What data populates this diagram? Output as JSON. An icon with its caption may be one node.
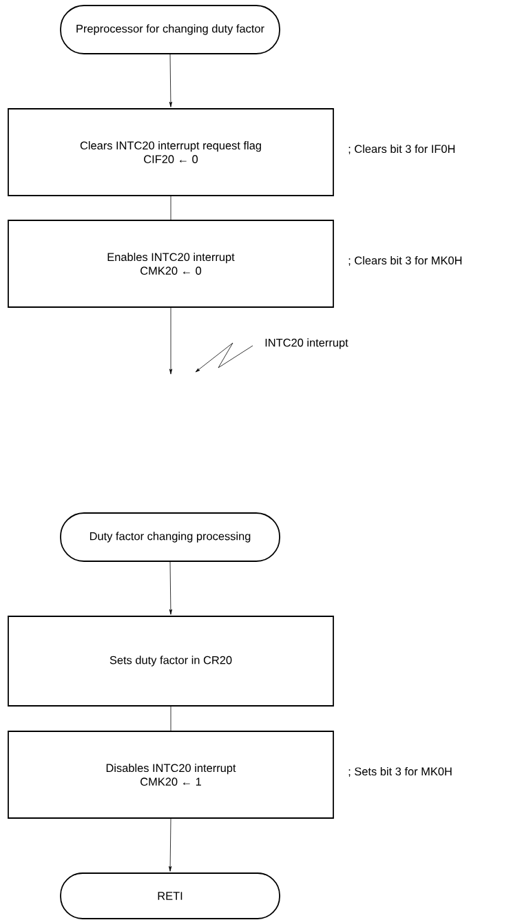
{
  "diagram": {
    "nodes": [
      {
        "text": [
          "Preprocessor for changing duty factor"
        ]
      },
      {
        "text": [
          "Clears INTC20 interrupt request flag",
          "CIF20 ← 0"
        ],
        "beside": [
          "; Clears bit 3 for IF0H"
        ]
      },
      {
        "text": [
          "Enables INTC20 interrupt",
          "CMK20 ← 0"
        ],
        "beside": [
          "; Clears bit 3 for MK0H"
        ]
      },
      {
        "text": [
          "Duty factor changing processing"
        ]
      },
      {
        "text": [
          "Sets duty factor in CR20"
        ]
      },
      {
        "text": [
          "Disables INTC20 interrupt",
          "CMK20 ← 1"
        ],
        "beside": [
          "; Sets bit 3 for MK0H"
        ]
      },
      {
        "text": [
          "RETI"
        ]
      }
    ],
    "edges": [
      {
        "from": 0,
        "to": 1,
        "arrow": "to"
      },
      {
        "from": 1,
        "to": 2,
        "arrow": "none"
      },
      {
        "from": 2,
        "to": null,
        "arrow": "to"
      },
      {
        "from": 3,
        "to": 4,
        "arrow": "to"
      },
      {
        "from": 4,
        "to": 5,
        "arrow": "none"
      },
      {
        "from": 5,
        "to": 6,
        "arrow": "to"
      }
    ],
    "labels": [
      "INTC20 interrupt"
    ]
  }
}
